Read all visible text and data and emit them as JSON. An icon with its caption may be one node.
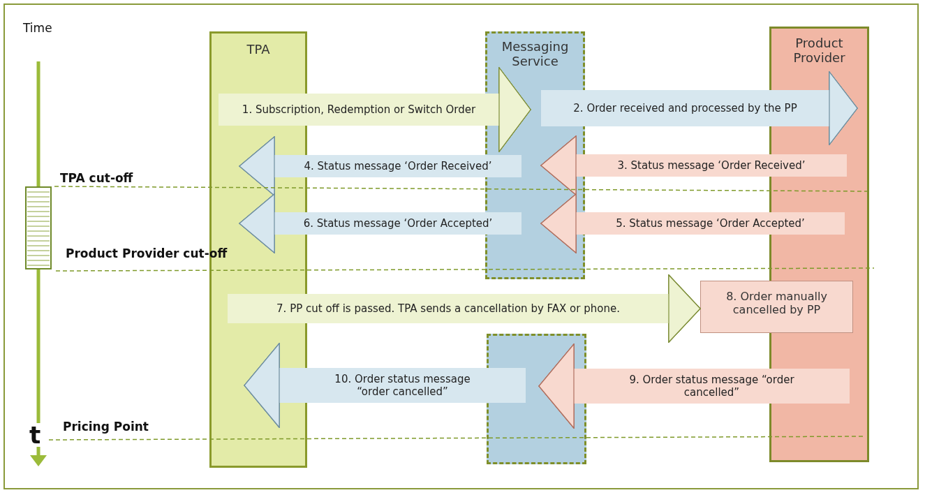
{
  "diagram": {
    "nodes": [
      {
        "text": [
          "TPA"
        ]
      },
      {
        "text": [
          "Messaging Service"
        ]
      },
      {
        "text": [
          "Product Provider"
        ]
      },
      {
        "text": [
          "8. Order manually cancelled by PP"
        ]
      },
      {
        "text": [],
        "shape": "box"
      }
    ],
    "edges": [
      {
        "from": 0,
        "to": 1,
        "arrow": "to",
        "label": "1. Subscription, Redemption or Switch Order",
        "color": "#eef3d2"
      },
      {
        "from": 1,
        "to": 2,
        "arrow": "to",
        "label": "2. Order received and processed by the PP",
        "color": "#d7e7ef"
      },
      {
        "from": 2,
        "to": 1,
        "arrow": "to",
        "label": "3. Status message ‘Order Received’",
        "color": "#f8d9cf"
      },
      {
        "from": 1,
        "to": 0,
        "arrow": "to",
        "label": "4. Status message ‘Order Received’",
        "color": "#d7e7ef"
      },
      {
        "from": 2,
        "to": 1,
        "arrow": "to",
        "label": "5. Status message ‘Order Accepted’",
        "color": "#f8d9cf"
      },
      {
        "from": 1,
        "to": 0,
        "arrow": "to",
        "label": "6. Status message ‘Order Accepted’",
        "color": "#d7e7ef"
      },
      {
        "from": 0,
        "to": 3,
        "arrow": "to",
        "label": "7. PP cut off is passed. TPA sends a cancellation by FAX or phone.",
        "color": "#eef3d2"
      },
      {
        "from": 2,
        "to": 4,
        "arrow": "to",
        "label": "9. Order status message “order cancelled”",
        "color": "#f8d9cf"
      },
      {
        "from": 4,
        "to": 0,
        "arrow": "to",
        "label": "10. Order status message “order cancelled”",
        "color": "#d7e7ef"
      }
    ],
    "labels": [
      "Time",
      "TPA cut-off",
      "Product Provider cut-off",
      "Pricing Point",
      "t"
    ]
  }
}
